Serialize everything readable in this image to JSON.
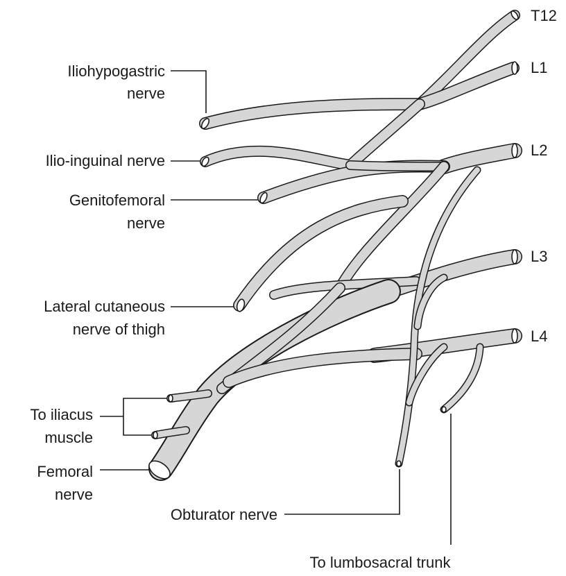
{
  "roots": {
    "t12": "T12",
    "l1": "L1",
    "l2": "L2",
    "l3": "L3",
    "l4": "L4"
  },
  "labels": {
    "iliohypogastric_1": "Iliohypogastric",
    "iliohypogastric_2": "nerve",
    "ilioinguinal": "Ilio-inguinal nerve",
    "genitofemoral_1": "Genitofemoral",
    "genitofemoral_2": "nerve",
    "lateral_cutaneous_1": "Lateral cutaneous",
    "lateral_cutaneous_2": "nerve of thigh",
    "iliacus_1": "To iliacus",
    "iliacus_2": "muscle",
    "femoral_1": "Femoral",
    "femoral_2": "nerve",
    "obturator": "Obturator nerve",
    "lumbosacral": "To lumbosacral trunk"
  },
  "colors": {
    "nerve_fill": "#d6d6d6",
    "outline": "#1a1a1a",
    "background": "#ffffff"
  }
}
